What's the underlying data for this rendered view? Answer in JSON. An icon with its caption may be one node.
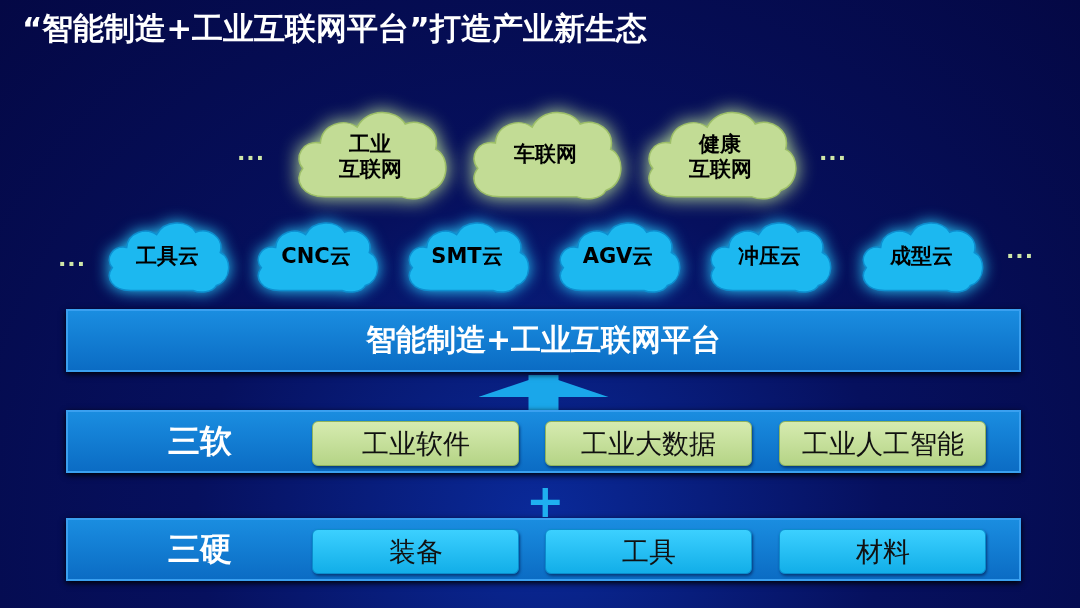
{
  "diagram": {
    "title": "“智能制造+工业互联网平台”打造产业新生态",
    "nodes": [
      {
        "text": [
          "工业互联网"
        ]
      },
      {
        "text": [
          "车联网"
        ]
      },
      {
        "text": [
          "健康互联网"
        ]
      },
      {
        "text": [
          "工具云"
        ]
      },
      {
        "text": [
          "CNC云"
        ]
      },
      {
        "text": [
          "SMT云"
        ]
      },
      {
        "text": [
          "AGV云"
        ]
      },
      {
        "text": [
          "冲压云"
        ]
      },
      {
        "text": [
          "成型云"
        ]
      },
      {
        "text": [
          "智能制造+工业互联网平台"
        ]
      },
      {
        "text": [
          "三软"
        ]
      },
      {
        "text": [
          "工业软件"
        ],
        "in": 10
      },
      {
        "text": [
          "工业大数据"
        ],
        "in": 10
      },
      {
        "text": [
          "工业人工智能"
        ],
        "in": 10
      },
      {
        "text": [
          "三硬"
        ]
      },
      {
        "text": [
          "装备"
        ],
        "in": 14
      },
      {
        "text": [
          "工具"
        ],
        "in": 14
      },
      {
        "text": [
          "材料"
        ],
        "in": 14
      }
    ],
    "edges": [
      {
        "from": 10,
        "to": 9,
        "arrow": "to"
      }
    ],
    "labels": [
      "...",
      "...",
      "...",
      "...",
      "+"
    ]
  }
}
